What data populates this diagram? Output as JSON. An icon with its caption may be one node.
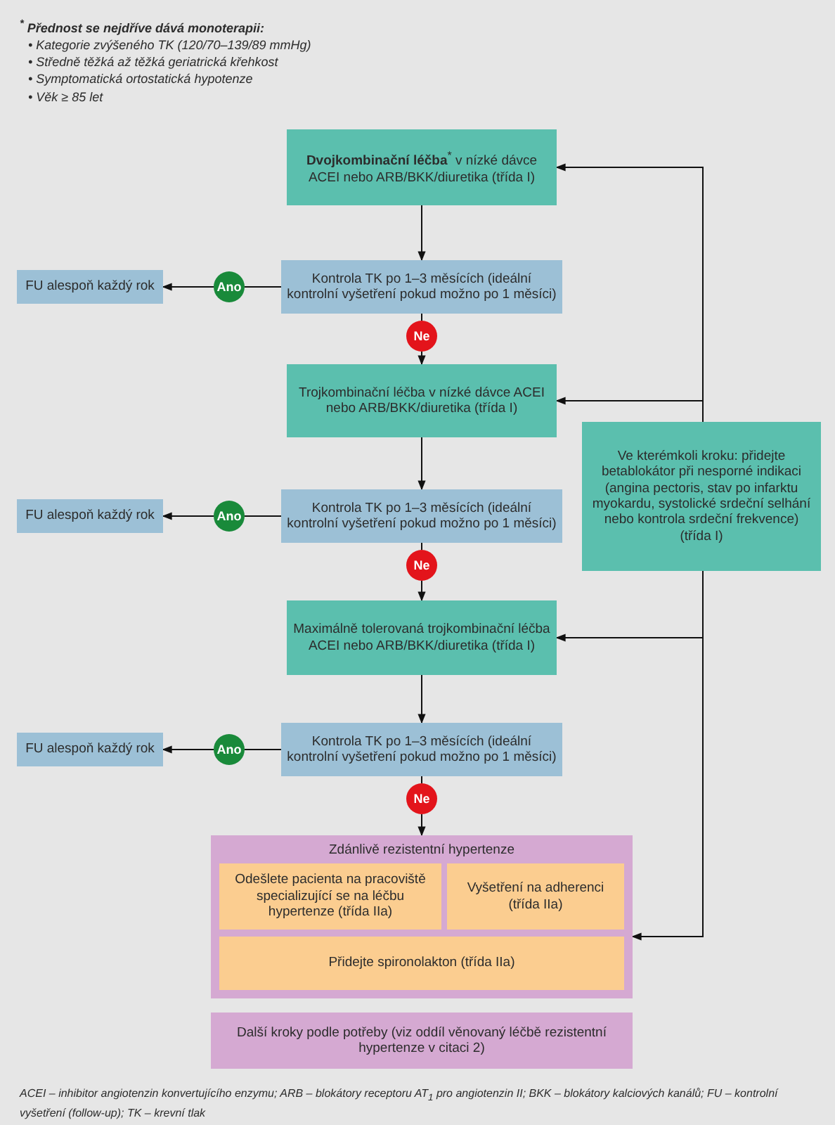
{
  "diagram": {
    "nodes": [
      {
        "text": [
          "**Dvojkombinační léčba**$^{*}$ v nízké dávce ACEI nebo ARB/BKK/diuretika (třída I)"
        ]
      },
      {
        "text": [
          "Kontrola TK po 1–3 měsících (ideální kontrolní vyšetření pokud možno po 1 měsíci)"
        ]
      },
      {
        "text": [
          "Ano"
        ]
      },
      {
        "text": [
          "FU alespoň každý rok"
        ]
      },
      {
        "text": [
          "Ne"
        ]
      },
      {
        "text": [
          "Trojkombinační léčba v nízké dávce ACEI nebo ARB/BKK/diuretika (třída I)"
        ]
      },
      {
        "text": [
          "Kontrola TK po 1–3 měsících (ideální kontrolní vyšetření pokud možno po 1 měsíci)"
        ]
      },
      {
        "text": [
          "Ano"
        ]
      },
      {
        "text": [
          "FU alespoň každý rok"
        ]
      },
      {
        "text": [
          "Ne"
        ]
      },
      {
        "text": [
          "Maximálně tolerovaná trojkombinační léčba ACEI nebo ARB/BKK/diuretika (třída I)"
        ]
      },
      {
        "text": [
          "Kontrola TK po 1–3 měsících (ideální kontrolní vyšetření pokud možno po 1 měsíci)"
        ]
      },
      {
        "text": [
          "Ano"
        ]
      },
      {
        "text": [
          "FU alespoň každý rok"
        ]
      },
      {
        "text": [
          "Ne"
        ]
      },
      {
        "text": [
          "Zdánlivě rezistentní hypertenze"
        ]
      },
      {
        "text": [
          "Odešlete pacienta na pracoviště specializující se na léčbu hypertenze (třída IIa)"
        ],
        "in": 15
      },
      {
        "text": [
          "Vyšetření na adherenci (třída IIa)"
        ],
        "in": 15
      },
      {
        "text": [
          "Přidejte spironolakton (třída IIa)"
        ],
        "in": 15
      },
      {
        "text": [
          "Další kroky podle potřeby (viz oddíl věnovaný léčbě rezistentní hypertenze v citaci 2)"
        ]
      },
      {
        "text": [
          "Ve kterémkoli kroku: přidejte betablokátor při nesporné indikaci (angina pectoris, stav po infarktu myokardu, systolické srdeční selhání nebo kontrola srdeční frekvence) (třída I)"
        ]
      }
    ],
    "edges": [
      {
        "from": 0,
        "to": 1,
        "arrow": "to"
      },
      {
        "from": 1,
        "to": 2,
        "arrow": "none"
      },
      {
        "from": 2,
        "to": 3,
        "arrow": "to"
      },
      {
        "from": 1,
        "to": 4,
        "arrow": "none"
      },
      {
        "from": 4,
        "to": 5,
        "arrow": "to"
      },
      {
        "from": 5,
        "to": 6,
        "arrow": "to"
      },
      {
        "from": 6,
        "to": 7,
        "arrow": "none"
      },
      {
        "from": 7,
        "to": 8,
        "arrow": "to"
      },
      {
        "from": 6,
        "to": 9,
        "arrow": "none"
      },
      {
        "from": 9,
        "to": 10,
        "arrow": "to"
      },
      {
        "from": 10,
        "to": 11,
        "arrow": "to"
      },
      {
        "from": 11,
        "to": 12,
        "arrow": "none"
      },
      {
        "from": 12,
        "to": 13,
        "arrow": "to"
      },
      {
        "from": 11,
        "to": 14,
        "arrow": "none"
      },
      {
        "from": 14,
        "to": 15,
        "arrow": "to"
      },
      {
        "from": 20,
        "to": 0,
        "arrow": "to"
      },
      {
        "from": 20,
        "to": 5,
        "arrow": "to"
      },
      {
        "from": 20,
        "to": 10,
        "arrow": "to"
      },
      {
        "from": 20,
        "to": 15,
        "arrow": "to"
      }
    ],
    "labels": [
      "$^{*}$ Přednost se nejdříve dává monoterapii:",
      "• Kategorie zvýšeného TK (120/70–139/89 mmHg)",
      "• Středně těžká až těžká geriatrická křehkost",
      "• Symptomatická ortostatická hypotenze",
      "• Věk ≥ 85 let",
      "ACEI – inhibitor angiotenzin konvertujícího enzymu; ARB – blokátory receptoru AT$_{1}$ pro angiotenzin II; BKK – blokátory kalciových kanálů; FU – kontrolní vyšetření (follow-up); TK – krevní tlak"
    ]
  }
}
